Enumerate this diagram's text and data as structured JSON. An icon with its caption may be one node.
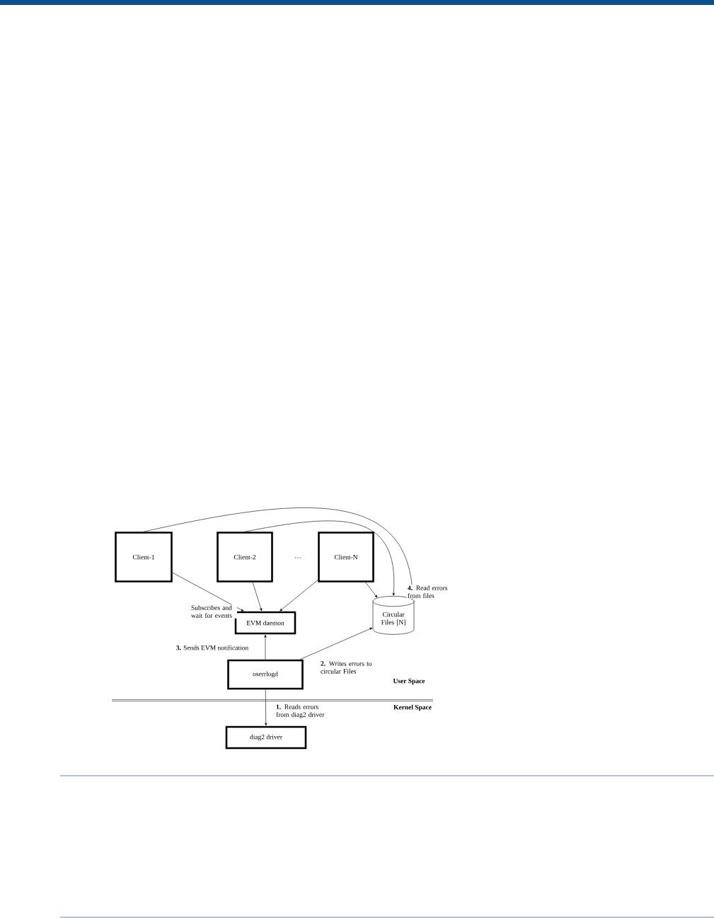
{
  "diagram": {
    "nodes": [
      {
        "text": [
          "Client-1"
        ]
      },
      {
        "text": [
          "Client-2"
        ]
      },
      {
        "text": [
          "Client-N"
        ]
      },
      {
        "text": [
          "EVM daemon"
        ]
      },
      {
        "text": [
          "Circular Files [N]"
        ]
      },
      {
        "text": [
          "oserrlogd"
        ]
      },
      {
        "text": [
          "diag2 driver"
        ]
      }
    ],
    "edges": [
      {
        "from": 0,
        "to": 3,
        "arrow": "to",
        "label": "Subscribes and wait for events"
      },
      {
        "from": 1,
        "to": 3,
        "arrow": "to"
      },
      {
        "from": 2,
        "to": 3,
        "arrow": "to"
      },
      {
        "from": 2,
        "to": 4,
        "arrow": "to"
      },
      {
        "from": 0,
        "to": 4,
        "arrow": "to",
        "label": "**4.** Read errors from files"
      },
      {
        "from": 1,
        "to": 4,
        "arrow": "to"
      },
      {
        "from": 5,
        "to": 3,
        "arrow": "to",
        "label": "**3.** Sends EVM notification"
      },
      {
        "from": 5,
        "to": 4,
        "arrow": "to",
        "label": "**2.** Writes errors to circular Files"
      },
      {
        "from": 5,
        "to": 6,
        "arrow": "to",
        "label": "**1.** Reads errors from diag2 driver"
      }
    ],
    "labels": [
      "…",
      "User Space",
      "Kernel Space"
    ]
  }
}
